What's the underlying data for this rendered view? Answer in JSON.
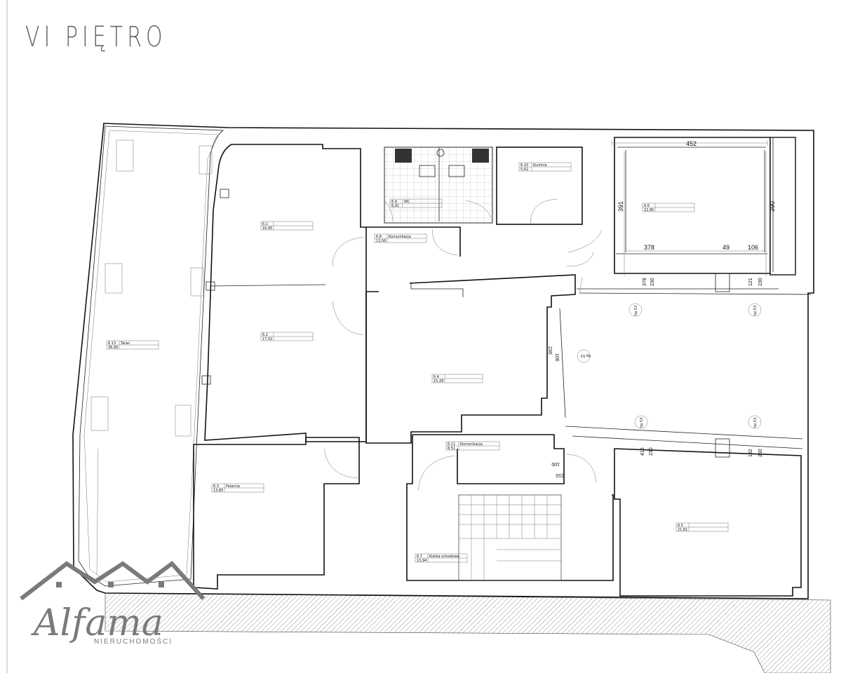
{
  "title": "VI PIĘTRO",
  "rooms": [
    {
      "id": "r61",
      "number": "6.1",
      "name": "",
      "area": "16,95"
    },
    {
      "id": "r62",
      "number": "6.2",
      "name": "",
      "area": "17,02"
    },
    {
      "id": "r63",
      "number": "6.3",
      "name": "Palarnia",
      "area": "13,85"
    },
    {
      "id": "r64",
      "number": "6.4",
      "name": "",
      "area": "15,28"
    },
    {
      "id": "r65",
      "number": "6.5",
      "name": "",
      "area": "21,61"
    },
    {
      "id": "r66",
      "number": "6.6",
      "name": "",
      "area": "22,80"
    },
    {
      "id": "r67",
      "number": "6.7",
      "name": "Klatka schodowa",
      "area": "13,94"
    },
    {
      "id": "r68",
      "number": "6.8",
      "name": "Komunikacja",
      "area": "13,56"
    },
    {
      "id": "r69",
      "number": "6.9",
      "name": "WC",
      "area": "6,91"
    },
    {
      "id": "r610",
      "number": "6.10",
      "name": "Kuchnia",
      "area": "5,62"
    },
    {
      "id": "r611",
      "number": "6.11",
      "name": "Komunikacja",
      "area": "8,51"
    },
    {
      "id": "r613",
      "number": "6.13",
      "name": "Taras",
      "area": "36,89"
    }
  ],
  "dimensions": {
    "d452": "452",
    "d391": "391",
    "d390": "390",
    "d378": "378",
    "d49": "49",
    "d106": "106",
    "w378": "378",
    "w230a": "230",
    "w121": "121",
    "w230b": "230",
    "w230c": "230",
    "w106": "106",
    "w416": "416",
    "w230d": "230",
    "w132": "132",
    "w230e": "230",
    "d210": "210",
    "d100": "100",
    "hp1": "hp.53",
    "hp2": "hp.53",
    "hp3": "hp.53",
    "hp4": "hp.53",
    "hp5": "hp.53"
  },
  "logo": {
    "name": "Alfama",
    "subtitle": "NIERUCHOMOŚCI",
    "color": "#7a7a7a"
  }
}
